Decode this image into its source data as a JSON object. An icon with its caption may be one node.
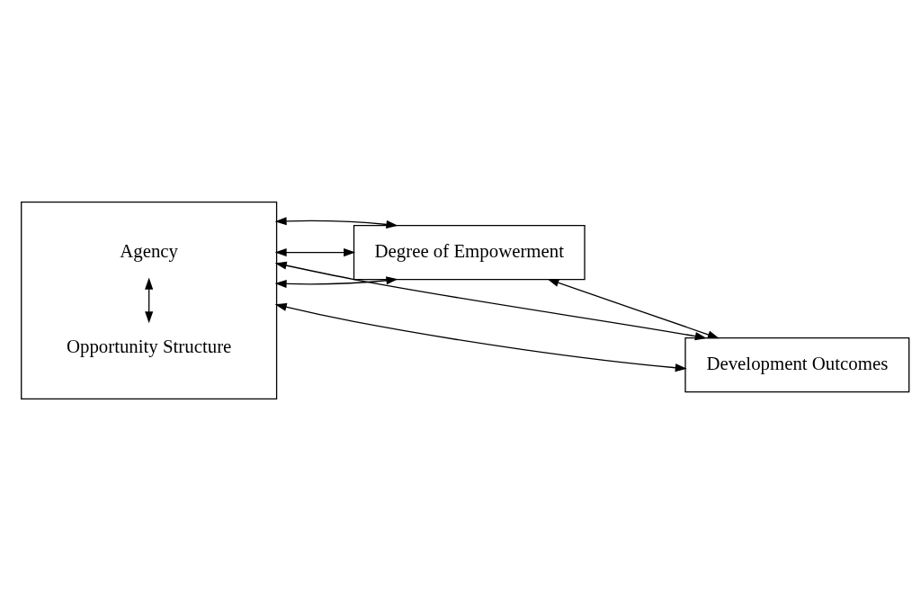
{
  "diagram": {
    "nodes": [
      {
        "text": [],
        "shape": "box"
      },
      {
        "text": [
          "Agency"
        ],
        "in": 0
      },
      {
        "text": [
          "Opportunity Structure"
        ],
        "in": 0
      },
      {
        "text": [
          "Degree of Empowerment"
        ]
      },
      {
        "text": [
          "Development Outcomes"
        ]
      }
    ],
    "edges": [
      {
        "from": 1,
        "to": 2,
        "arrow": "both"
      },
      {
        "from": 0,
        "to": 3,
        "arrow": "both"
      },
      {
        "from": 0,
        "to": 3,
        "arrow": "both"
      },
      {
        "from": 0,
        "to": 3,
        "arrow": "both"
      },
      {
        "from": 3,
        "to": 4,
        "arrow": "both"
      },
      {
        "from": 0,
        "to": 4,
        "arrow": "both"
      },
      {
        "from": 0,
        "to": 4,
        "arrow": "both"
      }
    ]
  }
}
